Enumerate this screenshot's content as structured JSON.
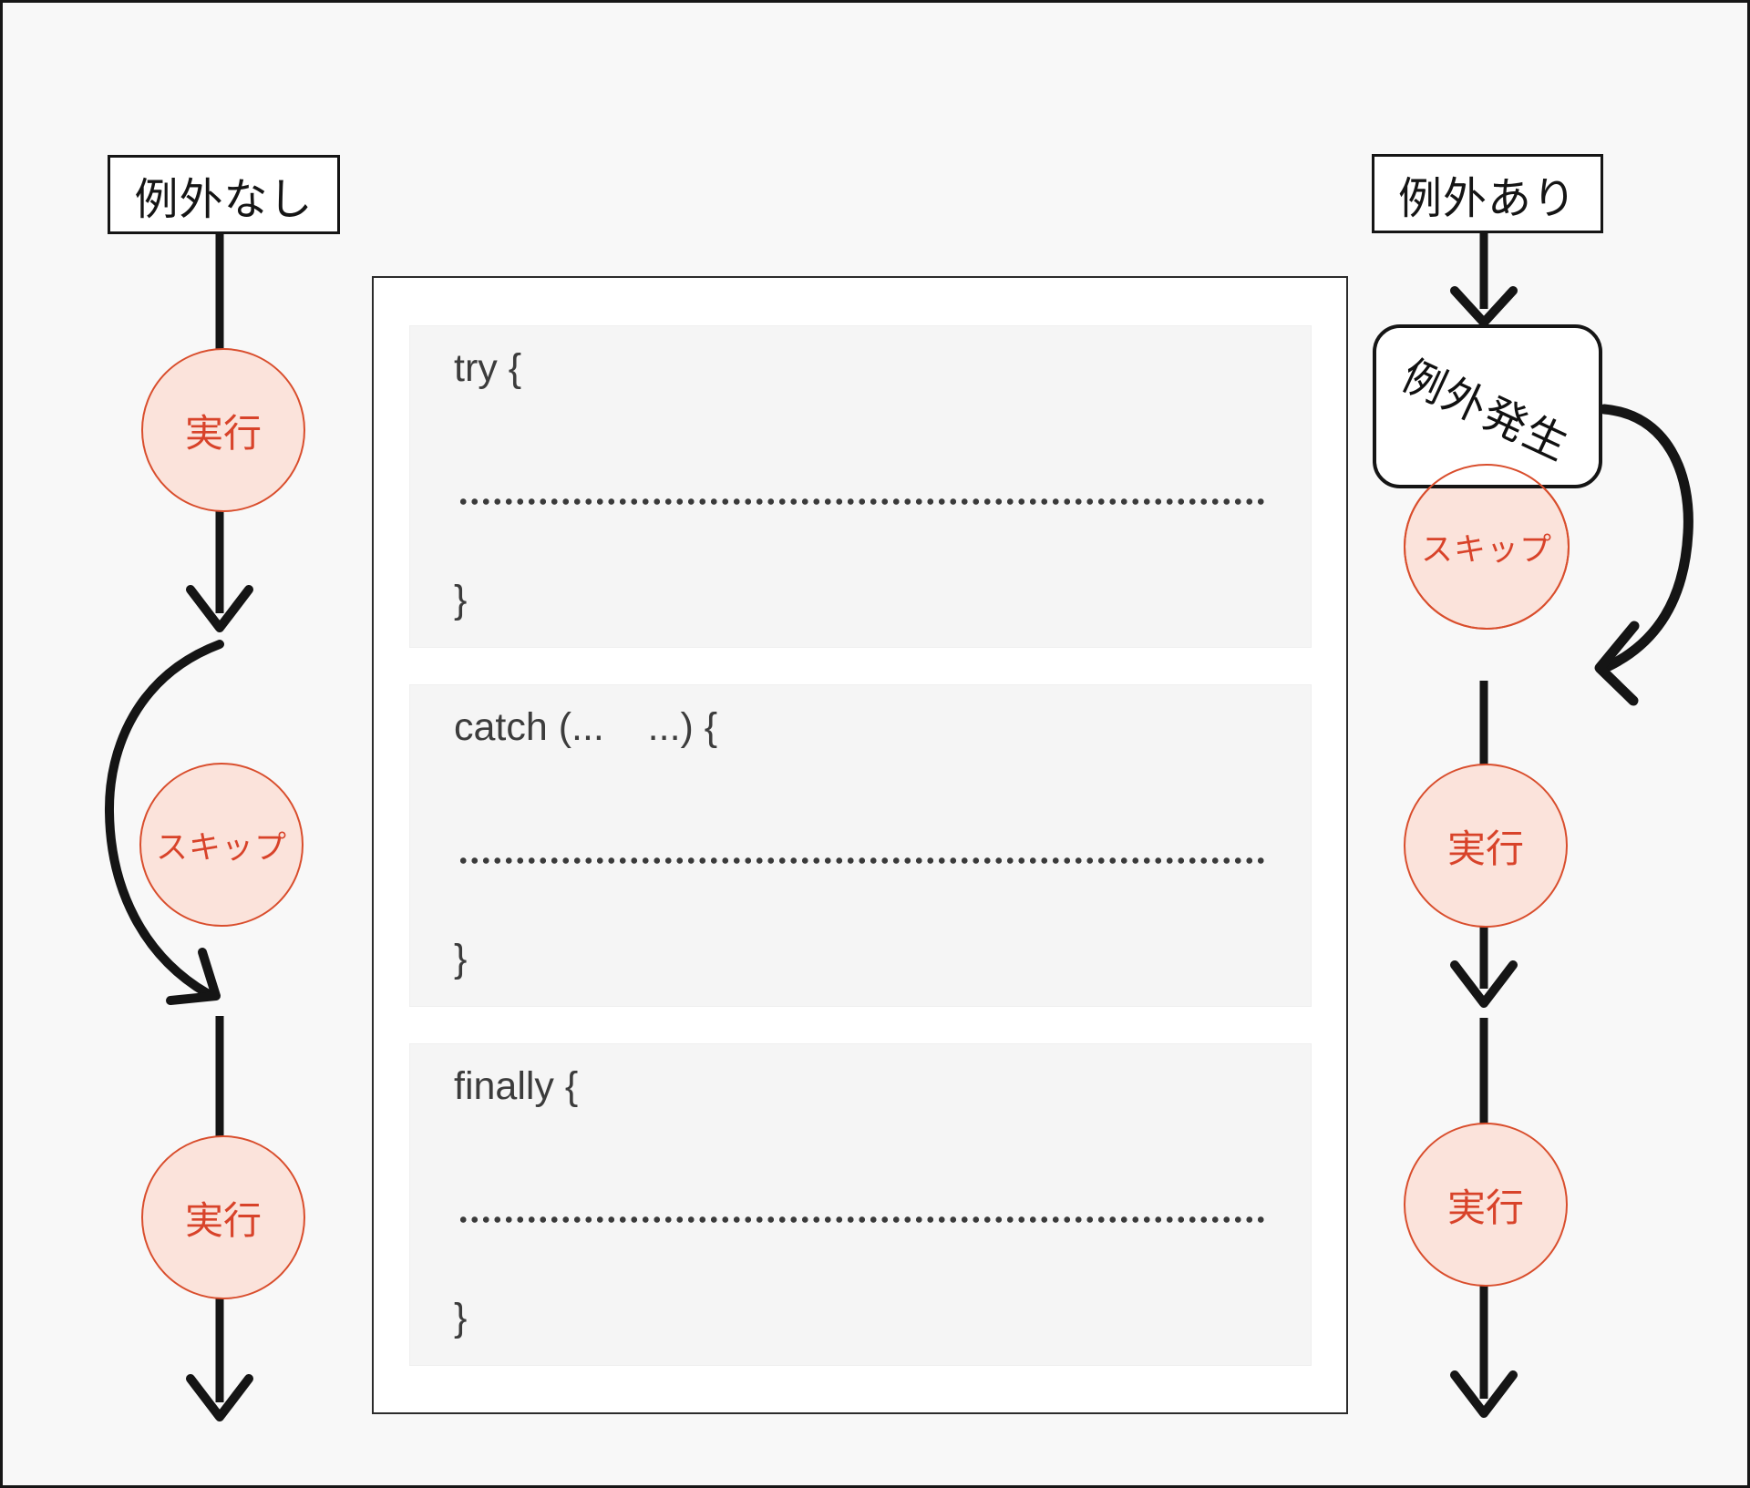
{
  "colors": {
    "background": "#F8F8F8",
    "ink_black": "#151515",
    "accent_red": "#D8432A",
    "circle_fill": "#FBE3DB",
    "circle_stroke": "#D94E2D",
    "code_text": "#3C3C3C",
    "code_block_fill": "#F5F5F5",
    "panel_fill": "#FFFFFF"
  },
  "left_flow": {
    "label": "例外なし",
    "nodes": [
      {
        "label": "実行"
      },
      {
        "label": "スキップ"
      },
      {
        "label": "実行"
      }
    ]
  },
  "right_flow": {
    "label": "例外あり",
    "event_box": "例外発生",
    "nodes": [
      {
        "label": "スキップ"
      },
      {
        "label": "実行"
      },
      {
        "label": "実行"
      }
    ]
  },
  "code_panel": {
    "blocks": [
      {
        "keyword": "try {",
        "close": "}"
      },
      {
        "keyword": "catch (...    ...) {",
        "close": "}"
      },
      {
        "keyword": "finally {",
        "close": "}"
      }
    ]
  }
}
